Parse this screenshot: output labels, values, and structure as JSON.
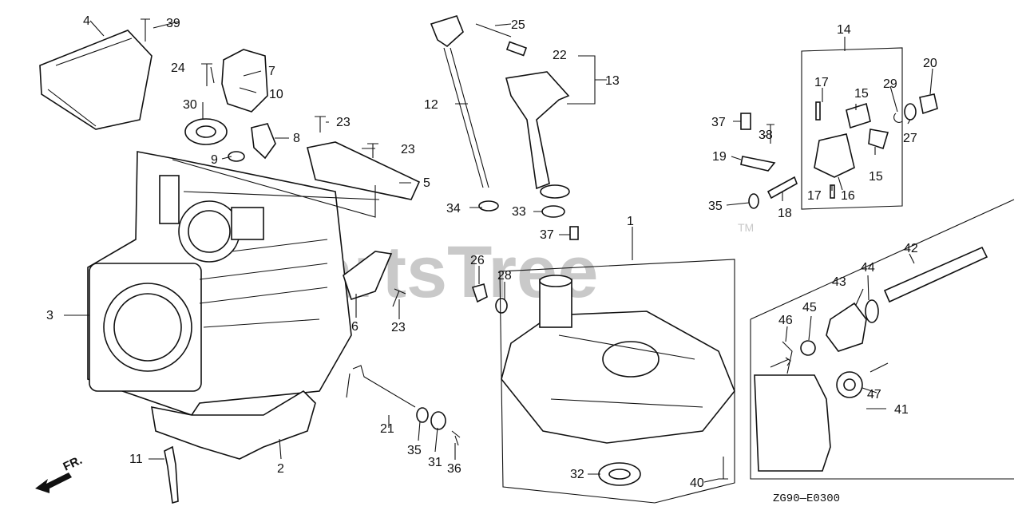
{
  "watermark": "PartsTree",
  "trademark": "TM",
  "diagram_code": "ZG90—E0300",
  "direction_label": "FR.",
  "callouts": [
    "1",
    "2",
    "3",
    "4",
    "5",
    "6",
    "7",
    "8",
    "9",
    "10",
    "11",
    "12",
    "13",
    "14",
    "15",
    "15",
    "16",
    "17",
    "17",
    "18",
    "19",
    "20",
    "21",
    "22",
    "23",
    "23",
    "23",
    "23",
    "24",
    "25",
    "26",
    "27",
    "28",
    "29",
    "30",
    "31",
    "32",
    "33",
    "34",
    "35",
    "35",
    "35",
    "36",
    "37",
    "37",
    "37",
    "38",
    "39",
    "40",
    "41",
    "42",
    "43",
    "44",
    "45",
    "46",
    "47"
  ]
}
